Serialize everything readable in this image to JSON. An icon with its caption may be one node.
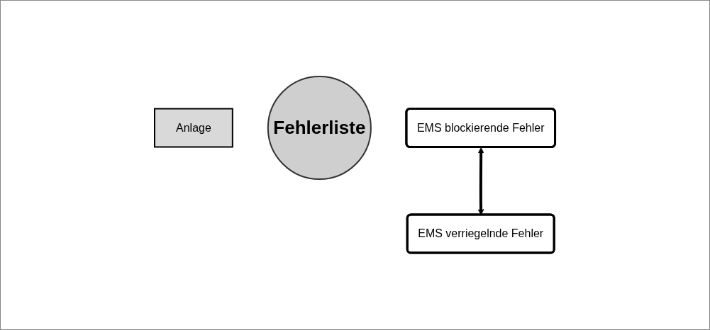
{
  "diagram": {
    "nodes": [
      {
        "text": [
          "Anlage"
        ]
      },
      {
        "text": [
          "Fehlerliste"
        ]
      },
      {
        "text": [
          "EMS blockierende Fehler"
        ]
      },
      {
        "text": [
          "EMS verriegelnde Fehler"
        ]
      }
    ],
    "edges": [
      {
        "from": 2,
        "to": 3,
        "arrow": "both"
      }
    ]
  }
}
